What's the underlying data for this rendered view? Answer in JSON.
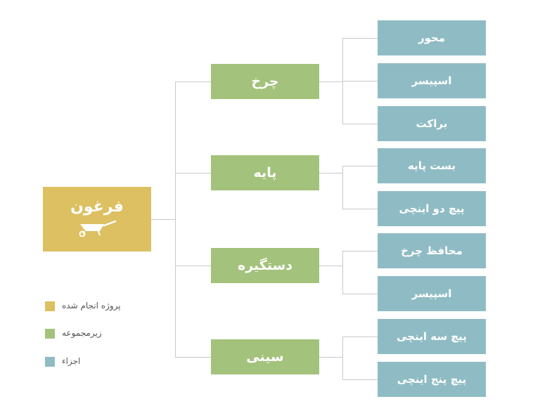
{
  "colors": {
    "project": "#dcc061",
    "subassembly": "#a3c27b",
    "part": "#8fbcc4",
    "connector": "#c9c9c9"
  },
  "root": {
    "label": "فرغون",
    "icon": "wheelbarrow-icon"
  },
  "subassemblies": [
    {
      "label": "چرخ",
      "parts": [
        "محور",
        "اسپیسر",
        "براکت"
      ]
    },
    {
      "label": "پایه",
      "parts": [
        "بست پایه",
        "پیچ دو اینچی"
      ]
    },
    {
      "label": "دستگیره",
      "parts": [
        "محافظ چرخ",
        "اسپیسر"
      ]
    },
    {
      "label": "سینی",
      "parts": [
        "پیچ سه اینچی",
        "پیچ پنج اینچی"
      ]
    }
  ],
  "legend": [
    {
      "label": "پروژه انجام شده",
      "color": "#dcc061"
    },
    {
      "label": "زیرمجموعه",
      "color": "#a3c27b"
    },
    {
      "label": "اجزاء",
      "color": "#8fbcc4"
    }
  ]
}
